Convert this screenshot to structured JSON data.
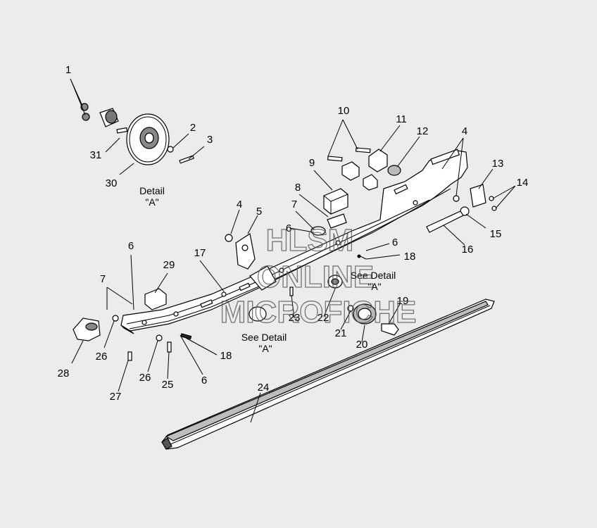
{
  "callouts": [
    {
      "id": "c1",
      "text": "1"
    },
    {
      "id": "c2",
      "text": "2"
    },
    {
      "id": "c3",
      "text": "3"
    },
    {
      "id": "c31",
      "text": "31"
    },
    {
      "id": "c30",
      "text": "30"
    },
    {
      "id": "c10",
      "text": "10"
    },
    {
      "id": "c11",
      "text": "11"
    },
    {
      "id": "c12",
      "text": "12"
    },
    {
      "id": "c4a",
      "text": "4"
    },
    {
      "id": "c9",
      "text": "9"
    },
    {
      "id": "c8",
      "text": "8"
    },
    {
      "id": "c7a",
      "text": "7"
    },
    {
      "id": "c6a",
      "text": "6"
    },
    {
      "id": "c4b",
      "text": "4"
    },
    {
      "id": "c5",
      "text": "5"
    },
    {
      "id": "c13",
      "text": "13"
    },
    {
      "id": "c14",
      "text": "14"
    },
    {
      "id": "c15",
      "text": "15"
    },
    {
      "id": "c16",
      "text": "16"
    },
    {
      "id": "c6b",
      "text": "6"
    },
    {
      "id": "c18a",
      "text": "18"
    },
    {
      "id": "c6c",
      "text": "6"
    },
    {
      "id": "c29",
      "text": "29"
    },
    {
      "id": "c17",
      "text": "17"
    },
    {
      "id": "c7b",
      "text": "7"
    },
    {
      "id": "c19",
      "text": "19"
    },
    {
      "id": "c23",
      "text": "23"
    },
    {
      "id": "c22",
      "text": "22"
    },
    {
      "id": "c21",
      "text": "21"
    },
    {
      "id": "c20",
      "text": "20"
    },
    {
      "id": "c26a",
      "text": "26"
    },
    {
      "id": "c28",
      "text": "28"
    },
    {
      "id": "c18b",
      "text": "18"
    },
    {
      "id": "c26b",
      "text": "26"
    },
    {
      "id": "c25",
      "text": "25"
    },
    {
      "id": "c6d",
      "text": "6"
    },
    {
      "id": "c27",
      "text": "27"
    },
    {
      "id": "c24",
      "text": "24"
    }
  ],
  "captions": {
    "detail_a": {
      "line1": "Detail",
      "line2": "\"A\""
    },
    "see_detail_1": {
      "line1": "See Detail",
      "line2": "\"A\""
    },
    "see_detail_2": {
      "line1": "See Detail",
      "line2": "\"A\""
    }
  },
  "watermark": {
    "line1": "HLSM",
    "line2": "ONLINE",
    "line3": "MICROFICHE"
  },
  "colors": {
    "background": "#ececec",
    "part_fill": "#ffffff",
    "part_shade": "#9a9a9a",
    "line": "#000000"
  }
}
